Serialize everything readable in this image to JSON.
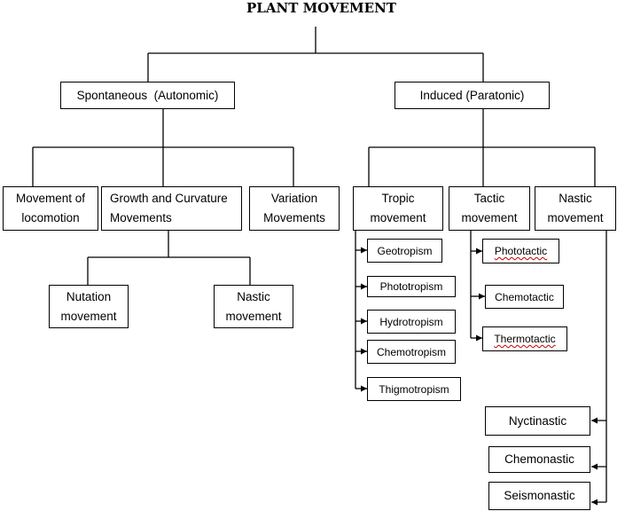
{
  "title": "PLANT MOVEMENT",
  "nodes": {
    "spontaneous": "Spontaneous  (Autonomic)",
    "induced": "Induced (Paratonic)",
    "locomotion": [
      "Movement of",
      "locomotion"
    ],
    "growth": [
      "Growth and Curvature",
      "Movements"
    ],
    "variation": [
      "Variation",
      "Movements"
    ],
    "nutation": [
      "Nutation",
      "movement"
    ],
    "nastic_spont": [
      "Nastic",
      "movement"
    ],
    "tropic": [
      "Tropic",
      "movement"
    ],
    "tactic": [
      "Tactic",
      "movement"
    ],
    "nastic_induced": [
      "Nastic",
      "movement"
    ],
    "geotropism": "Geotropism",
    "phototropism": "Phototropism",
    "hydrotropism": "Hydrotropism",
    "chemotropism": "Chemotropism",
    "thigmotropism": "Thigmotropism",
    "phototactic": "Phototactic",
    "chemotactic": "Chemotactic",
    "thermotactic": "Thermotactic",
    "nyctinastic": "Nyctinastic",
    "chemonastic": "Chemonastic",
    "seismonastic": "Seismonastic"
  }
}
